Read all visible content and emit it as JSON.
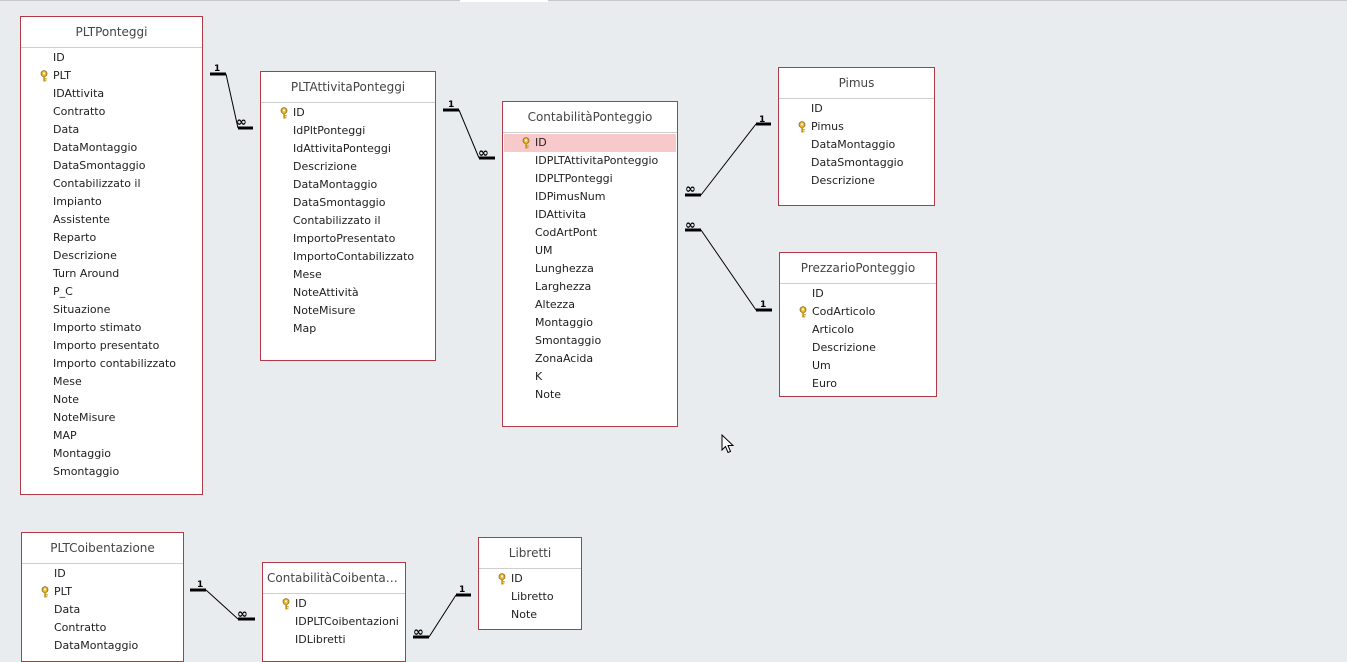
{
  "tables": {
    "pltponteggi": {
      "title": "PLTPonteggi",
      "fields": [
        "ID",
        "PLT",
        "IDAttivita",
        "Contratto",
        "Data",
        "DataMontaggio",
        "DataSmontaggio",
        "Contabilizzato il",
        "Impianto",
        "Assistente",
        "Reparto",
        "Descrizione",
        "Turn Around",
        "P_C",
        "Situazione",
        "Importo stimato",
        "Importo presentato",
        "Importo contabilizzato",
        "Mese",
        "Note",
        "NoteMisure",
        "MAP",
        "Montaggio",
        "Smontaggio"
      ]
    },
    "pltattivitaponteggi": {
      "title": "PLTAttivitaPonteggi",
      "fields": [
        "ID",
        "IdPltPonteggi",
        "IdAttivitaPonteggi",
        "Descrizione",
        "DataMontaggio",
        "DataSmontaggio",
        "Contabilizzato il",
        "ImportoPresentato",
        "ImportoContabilizzato",
        "Mese",
        "NoteAttività",
        "NoteMisure",
        "Map"
      ]
    },
    "contabilitaponteggio": {
      "title": "ContabilitàPonteggio",
      "fields": [
        "ID",
        "IDPLTAttivitaPonteggio",
        "IDPLTPonteggi",
        "IDPimusNum",
        "IDAttivita",
        "CodArtPont",
        "UM",
        "Lunghezza",
        "Larghezza",
        "Altezza",
        "Montaggio",
        "Smontaggio",
        "ZonaAcida",
        "K",
        "Note"
      ]
    },
    "pimus": {
      "title": "Pimus",
      "fields": [
        "ID",
        "Pimus",
        "DataMontaggio",
        "DataSmontaggio",
        "Descrizione"
      ]
    },
    "prezzarioponteggio": {
      "title": "PrezzarioPonteggio",
      "fields": [
        "ID",
        "CodArticolo",
        "Articolo",
        "Descrizione",
        "Um",
        "Euro"
      ]
    },
    "pltcoibentazione": {
      "title": "PLTCoibentazione",
      "fields": [
        "ID",
        "PLT",
        "Data",
        "Contratto",
        "DataMontaggio"
      ]
    },
    "contabilitacoibentazioni": {
      "title": "ContabilitàCoibentazio...",
      "fields": [
        "ID",
        "IDPLTCoibentazioni",
        "IDLibretti"
      ]
    },
    "libretti": {
      "title": "Libretti",
      "fields": [
        "ID",
        "Libretto",
        "Note"
      ]
    }
  },
  "relationships": {
    "one_label": "1",
    "many_label": "∞"
  },
  "colors": {
    "background": "#e9ecef",
    "table_border": "#b03a48",
    "selected_row": "#f7c9cb",
    "key_icon": "#d9a520"
  },
  "icons": {
    "primary_key": "key-icon",
    "pointer": "mouse-cursor-icon"
  }
}
